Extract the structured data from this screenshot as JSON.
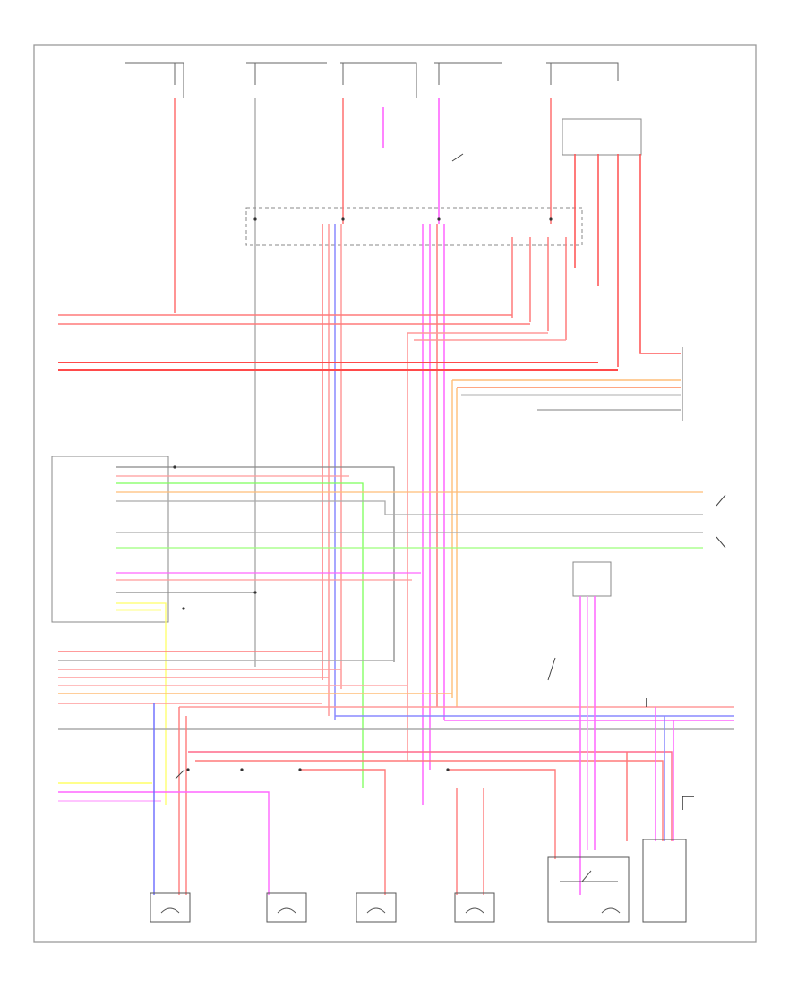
{
  "footer": {
    "figure_id": ""
  },
  "colors": {
    "frame": "#9a9a9a",
    "red": "#ff5a5a",
    "pink": "#ffb0b0",
    "magenta": "#ff66ff",
    "orange": "#ffbe78",
    "yellow": "#ffff66",
    "green": "#7cff5a",
    "blue": "#6a6aff",
    "gray": "#b9b9b9",
    "black": "#333333"
  },
  "components": {
    "bottom_boxes": [
      {
        "name": "bulb-box-1"
      },
      {
        "name": "bulb-box-2"
      },
      {
        "name": "bulb-box-3"
      },
      {
        "name": "bulb-box-4"
      },
      {
        "name": "switch-box-5"
      },
      {
        "name": "module-box-6"
      }
    ]
  }
}
